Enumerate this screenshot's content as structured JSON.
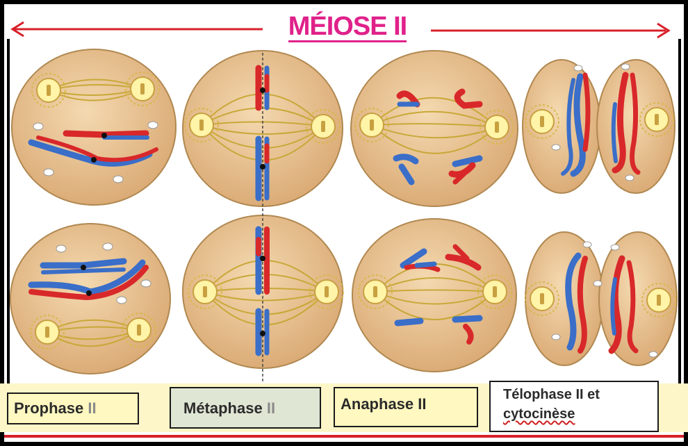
{
  "title": "MÉIOSE II",
  "phases": [
    {
      "name": "Prophase",
      "numeral": "II"
    },
    {
      "name": "Métaphase",
      "numeral": "II"
    },
    {
      "name": "Anaphase",
      "numeral": "II"
    },
    {
      "name_line1": "Télophase II et",
      "name_line2": "cytocinèse"
    }
  ],
  "colors": {
    "cell_fill": "#e8c08c",
    "cell_stroke": "#b08850",
    "spindle": "#c8a838",
    "centrosome": "#fff6b0",
    "chromatid_red": "#d8282a",
    "chromatid_blue": "#3a6ec8",
    "title_pink": "#e0218a",
    "arrow_red": "#d8202a",
    "border": "#000000"
  }
}
